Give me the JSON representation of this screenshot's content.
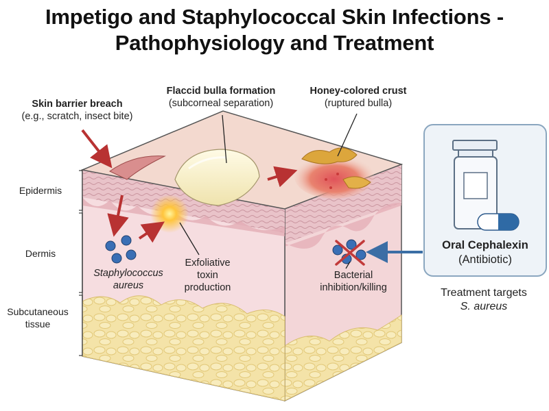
{
  "title": {
    "line1": "Impetigo and Staphylococcal Skin Infections -",
    "line2": "Pathophysiology and Treatment"
  },
  "labels": {
    "barrier_breach": {
      "head": "Skin barrier breach",
      "sub": "(e.g., scratch, insect bite)"
    },
    "bulla": {
      "head": "Flaccid bulla formation",
      "sub": "(subcorneal separation)"
    },
    "crust": {
      "head": "Honey-colored crust",
      "sub": "(ruptured bulla)"
    },
    "staph": {
      "line1": "Staphylococcus",
      "line2": "aureus"
    },
    "toxin": {
      "line1": "Exfoliative",
      "line2": "toxin",
      "line3": "production"
    },
    "inhibition": {
      "line1": "Bacterial",
      "line2": "inhibition/killing"
    }
  },
  "layers": {
    "epidermis": "Epidermis",
    "dermis": "Dermis",
    "subcutaneous_line1": "Subcutaneous",
    "subcutaneous_line2": "tissue"
  },
  "treatment": {
    "drug": "Oral Cephalexin",
    "drug_class": "(Antibiotic)",
    "target_line1": "Treatment targets",
    "target_line2": "S. aureus"
  },
  "colors": {
    "arrow_red": "#b83232",
    "arrow_blue": "#3b6ea5",
    "bacteria": "#3a6fb5",
    "skin_surface": "#f3d9cf",
    "dermis": "#f6dde0",
    "subcutaneous": "#f4e3a8",
    "box_border": "#8aa6bf"
  }
}
